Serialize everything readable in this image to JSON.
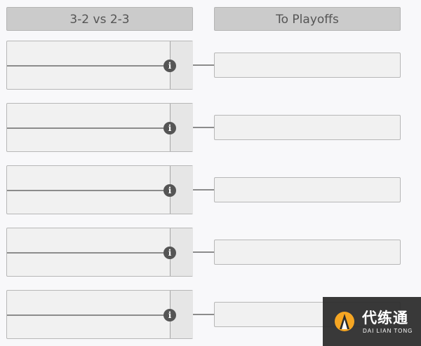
{
  "headers": {
    "left": "3-2 vs 2-3",
    "right": "To Playoffs"
  },
  "matches": [
    {
      "team_top": "",
      "team_bottom": "",
      "info_icon": "i"
    },
    {
      "team_top": "",
      "team_bottom": "",
      "info_icon": "i"
    },
    {
      "team_top": "",
      "team_bottom": "",
      "info_icon": "i"
    },
    {
      "team_top": "",
      "team_bottom": "",
      "info_icon": "i"
    },
    {
      "team_top": "",
      "team_bottom": "",
      "info_icon": "i"
    }
  ],
  "results": [
    "",
    "",
    "",
    "",
    ""
  ],
  "watermark": {
    "text_cn": "代练通",
    "text_en": "DAI LIAN TONG"
  }
}
